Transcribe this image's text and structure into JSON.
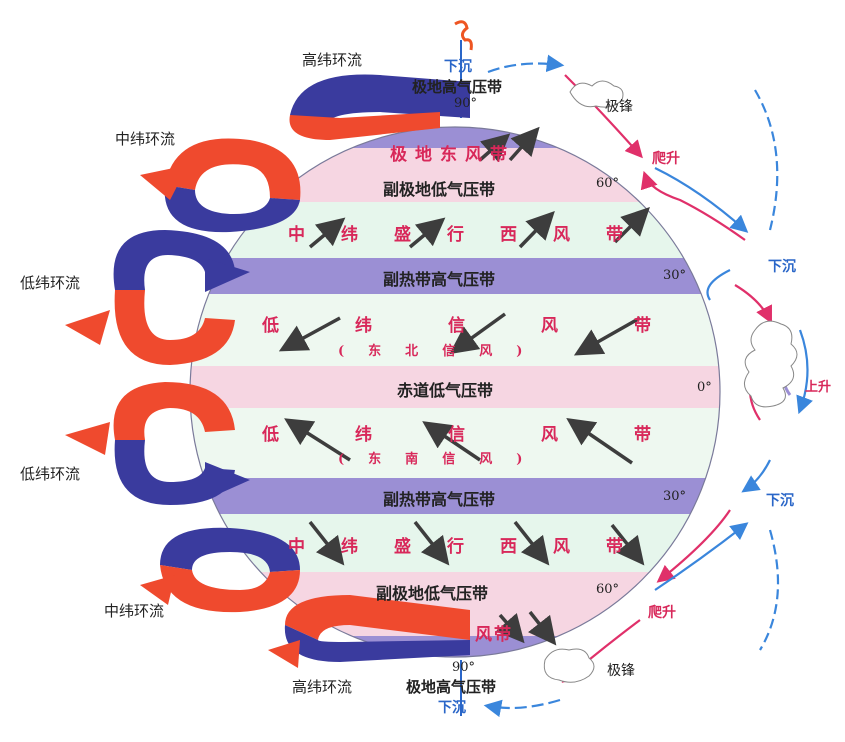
{
  "circulations": {
    "high_top": "高纬环流",
    "mid_top": "中纬环流",
    "low_top": "低纬环流",
    "low_bottom": "低纬环流",
    "mid_bottom": "中纬环流",
    "high_bottom": "高纬环流"
  },
  "belts": {
    "polar_high_top": "极地高气压带",
    "subpolar_low_top": "副极地低气压带",
    "subtropical_high_top": "副热带高气压带",
    "equatorial_low": "赤道低气压带",
    "subtropical_high_bottom": "副热带高气压带",
    "subpolar_low_bottom": "副极地低气压带",
    "polar_high_bottom": "极地高气压带"
  },
  "winds": {
    "polar_east_top": [
      "极",
      "地",
      "东",
      "风",
      "带"
    ],
    "westerlies_top": [
      "中",
      "纬",
      "盛",
      "行",
      "西",
      "风",
      "带"
    ],
    "trade_top": [
      "低",
      "纬",
      "信",
      "风",
      "带"
    ],
    "trade_top_sub": [
      "(",
      "东",
      "北",
      "信",
      "风",
      ")"
    ],
    "trade_bottom": [
      "低",
      "纬",
      "信",
      "风",
      "带"
    ],
    "trade_bottom_sub": [
      "(",
      "东",
      "南",
      "信",
      "风",
      ")"
    ],
    "westerlies_bottom": [
      "中",
      "纬",
      "盛",
      "行",
      "西",
      "风",
      "带"
    ],
    "polar_east_bottom": [
      "风",
      "带"
    ]
  },
  "latitudes": {
    "n90": "90°",
    "n60": "60°",
    "n30": "30°",
    "eq": "0°",
    "s30": "30°",
    "s60": "60°",
    "s90": "90°"
  },
  "vertical": {
    "sink_top": "下沉",
    "sink_n30": "下沉",
    "rise_eq": "上升",
    "sink_s30": "下沉",
    "sink_bottom": "下沉",
    "climb_n60": "爬升",
    "climb_s60": "爬升",
    "front_n": "极锋",
    "front_s": "极锋"
  },
  "colors": {
    "band_pink": "#f6d6e2",
    "band_purple": "#9b8fd4",
    "band_green": "#e6f6ec",
    "ring_red": "#ef4a2e",
    "ring_blue": "#3a3b9e",
    "wind_text": "#d8285a",
    "arrow_blue": "#3a86dc",
    "arrow_pink": "#e0306a"
  }
}
